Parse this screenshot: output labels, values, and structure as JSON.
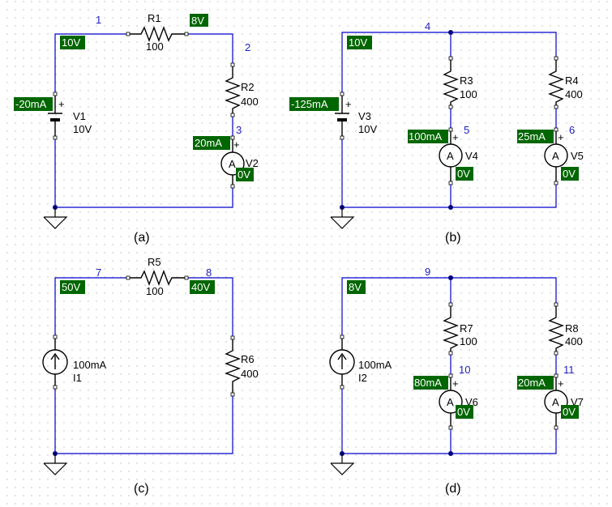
{
  "colors": {
    "wire": "#0000cc",
    "tag_bg": "#006600",
    "tag_text": "#ffffff",
    "node_label": "#2020c0",
    "component": "#000000"
  },
  "captions": {
    "a": "(a)",
    "b": "(b)",
    "c": "(c)",
    "d": "(d)"
  },
  "nodes": {
    "n1": "1",
    "n2": "2",
    "n3": "3",
    "n4": "4",
    "n5": "5",
    "n6": "6",
    "n7": "7",
    "n8": "8",
    "n9": "9",
    "n10": "10",
    "n11": "11"
  },
  "tags": {
    "a_10v": "10V",
    "a_8v": "8V",
    "a_neg20ma": "-20mA",
    "a_20ma": "20mA",
    "a_0v": "0V",
    "b_10v": "10V",
    "b_neg125ma": "-125mA",
    "b_100ma": "100mA",
    "b_25ma": "25mA",
    "b_0v_1": "0V",
    "b_0v_2": "0V",
    "c_50v": "50V",
    "c_40v": "40V",
    "d_8v": "8V",
    "d_80ma": "80mA",
    "d_20ma": "20mA",
    "d_0v_1": "0V",
    "d_0v_2": "0V"
  },
  "components": {
    "r1": {
      "name": "R1",
      "value": "100"
    },
    "r2": {
      "name": "R2",
      "value": "400"
    },
    "v1": {
      "name": "V1",
      "value": "10V"
    },
    "v2": {
      "name": "V2"
    },
    "r3": {
      "name": "R3",
      "value": "100"
    },
    "r4": {
      "name": "R4",
      "value": "400"
    },
    "v3": {
      "name": "V3",
      "value": "10V"
    },
    "v4": {
      "name": "V4"
    },
    "v5": {
      "name": "V5"
    },
    "r5": {
      "name": "R5",
      "value": "100"
    },
    "r6": {
      "name": "R6",
      "value": "400"
    },
    "i1": {
      "name": "I1",
      "value": "100mA"
    },
    "r7": {
      "name": "R7",
      "value": "100"
    },
    "r8": {
      "name": "R8",
      "value": "400"
    },
    "i2": {
      "name": "I2",
      "value": "100mA"
    },
    "v6": {
      "name": "V6"
    },
    "v7": {
      "name": "V7"
    }
  },
  "symbols": {
    "plus": "+",
    "ammeter": "A"
  }
}
